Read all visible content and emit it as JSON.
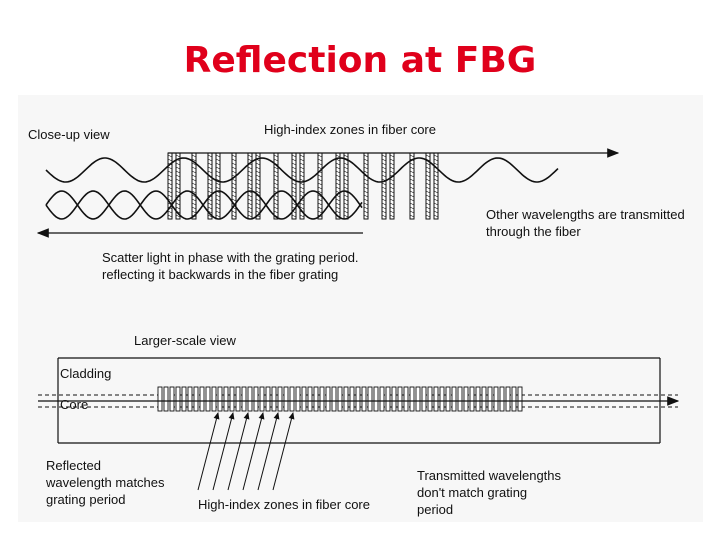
{
  "slide": {
    "title": "Reflection at FBG"
  },
  "closeup": {
    "label": "Close-up view",
    "zones_label": "High-index zones in fiber core",
    "scatter_label": "Scatter light in phase with the grating period.\nreflecting it backwards in the fiber grating",
    "other_label": "Other wavelengths are transmitted\nthrough the fiber"
  },
  "larger": {
    "label": "Larger-scale view",
    "cladding_label": "Cladding",
    "core_label": "Core",
    "reflected_label": "Reflected\nwavelength matches\ngrating period",
    "zones_label": "High-index zones in fiber core",
    "transmitted_label": "Transmitted wavelengths\ndon't match grating\nperiod"
  },
  "colors": {
    "title": "#e0001b",
    "ink": "#111111",
    "panel": "#f7f7f7"
  }
}
